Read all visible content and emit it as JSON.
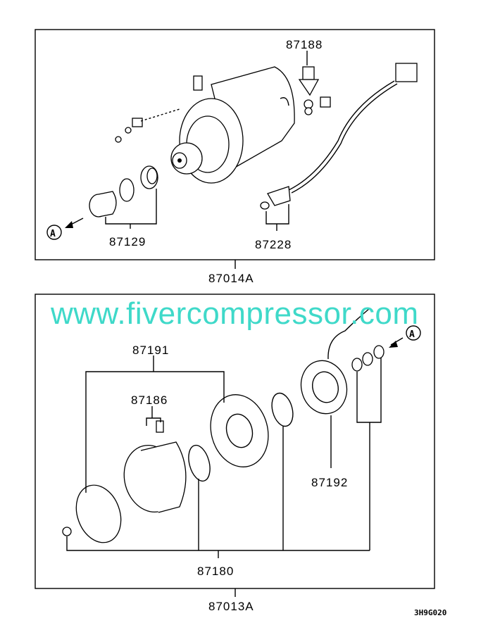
{
  "upper_assembly": {
    "assembly_number": "87014A",
    "part_labels": {
      "sensor_bolt": "87188",
      "shaft_seal": "87129",
      "thermal_switch": "87228"
    },
    "view_marker": "A"
  },
  "lower_assembly": {
    "assembly_number": "87013A",
    "part_labels": {
      "clutch_assembly": "87191",
      "bolt": "87186",
      "field_coil": "87192",
      "clutch_kit": "87180"
    },
    "view_marker": "A"
  },
  "watermark": "www.fivercompressor.com",
  "drawing_code": "3H9G020"
}
